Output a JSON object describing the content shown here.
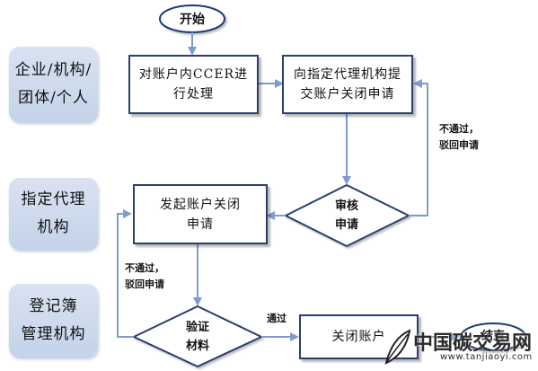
{
  "lanes": [
    {
      "label": "企业/机构/\n团体/个人"
    },
    {
      "label": "指定代理\n机构"
    },
    {
      "label": "登记簿\n管理机构"
    }
  ],
  "nodes": {
    "start": "开始",
    "process_ccer": "对账户内CCER进\n行处理",
    "submit_request": "向指定代理机构提\n交账户关闭申请",
    "review": "审核\n申请",
    "initiate_close": "发起账户关闭\n申请",
    "verify": "验证\n材料",
    "close_account": "关闭账户",
    "end": "结束"
  },
  "edge_labels": {
    "review_reject": "不通过，\n驳回申请",
    "verify_reject": "不通过，\n驳回申请",
    "verify_pass": "通过"
  },
  "watermark": {
    "title": "中国碳交易网",
    "url": "www.tanjiaoyi.com"
  },
  "colors": {
    "lane_fill": "#c9d6ec",
    "box_border": "#2a3f6d",
    "arrow": "#7f9ccc",
    "ellipse_border": "#1f3a73"
  }
}
